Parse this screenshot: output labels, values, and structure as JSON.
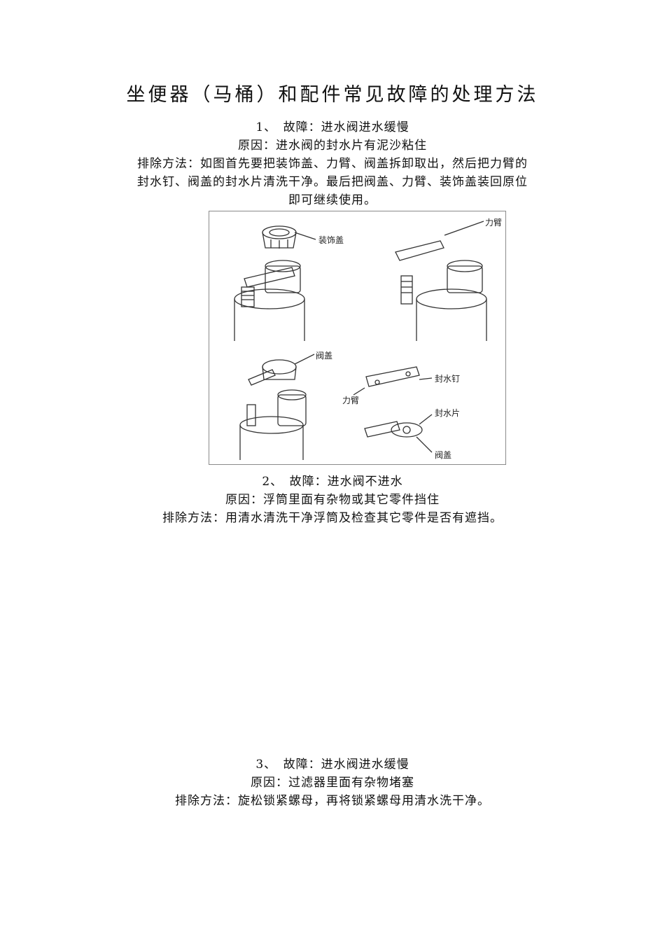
{
  "title": "坐便器（马桶）和配件常见故障的处理方法",
  "sections": [
    {
      "heading": "1、　故障：进水阀进水缓慢",
      "cause": "原因：进水阀的封水片有泥沙粘住",
      "method_lines": [
        "排除方法：如图首先要把装饰盖、力臂、阀盖拆卸取出，然后把力臂的",
        "封水钉、阀盖的封水片清洗干净。最后把阀盖、力臂、装饰盖装回原位",
        "即可继续使用。"
      ]
    },
    {
      "heading": "2、　故障：进水阀不进水",
      "cause": "原因：浮筒里面有杂物或其它零件挡住",
      "method": "排除方法：用清水清洗干净浮筒及检查其它零件是否有遮挡。"
    },
    {
      "heading": "3、　故障：进水阀进水缓慢",
      "cause": "原因：过滤器里面有杂物堵塞",
      "method": "排除方法：旋松锁紧螺母，再将锁紧螺母用清水洗干净。"
    }
  ],
  "figure": {
    "labels": {
      "decor_cap": "装饰盖",
      "lever_arm_top": "力臂",
      "valve_cap": "阀盖",
      "seal_nail": "封水钉",
      "lever_arm_bottom": "力臂",
      "seal_piece": "封水片",
      "valve_cap_bottom": "阀盖"
    }
  }
}
